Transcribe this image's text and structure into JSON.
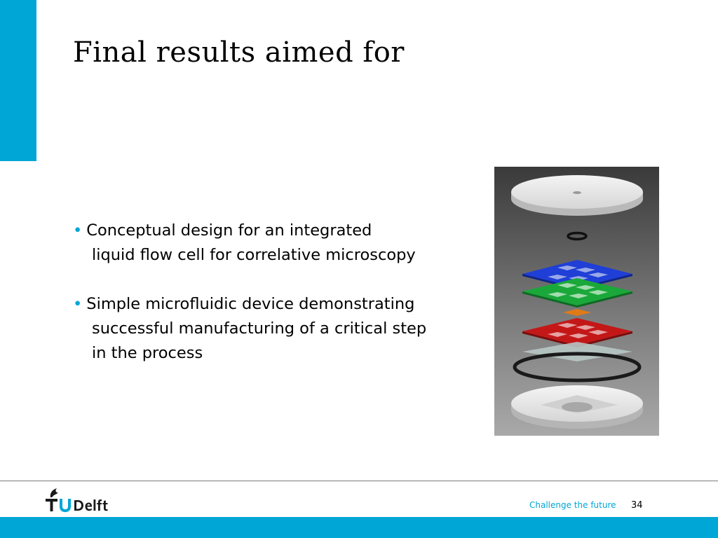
{
  "slide": {
    "title": "Final results aimed for",
    "bullets": [
      {
        "lines": [
          "Conceptual design for an integrated",
          "liquid flow cell for correlative microscopy"
        ]
      },
      {
        "lines": [
          "Simple microfluidic device demonstrating",
          "successful manufacturing of a critical step",
          "in the process"
        ]
      }
    ]
  },
  "footer": {
    "logo_text": "TUDelft",
    "tagline": "Challenge the future",
    "page_number": "34"
  },
  "figure": {
    "layers": [
      "top-disc",
      "o-ring-small",
      "blue-frame",
      "green-frame",
      "orange-chip",
      "red-frame",
      "glass-slide",
      "o-ring-large",
      "bottom-disc"
    ]
  },
  "colors": {
    "accent": "#00a6d6",
    "layer_blue": "#1f3fd6",
    "layer_green": "#1aa83a",
    "layer_red": "#c41818",
    "layer_orange": "#e07a18"
  }
}
